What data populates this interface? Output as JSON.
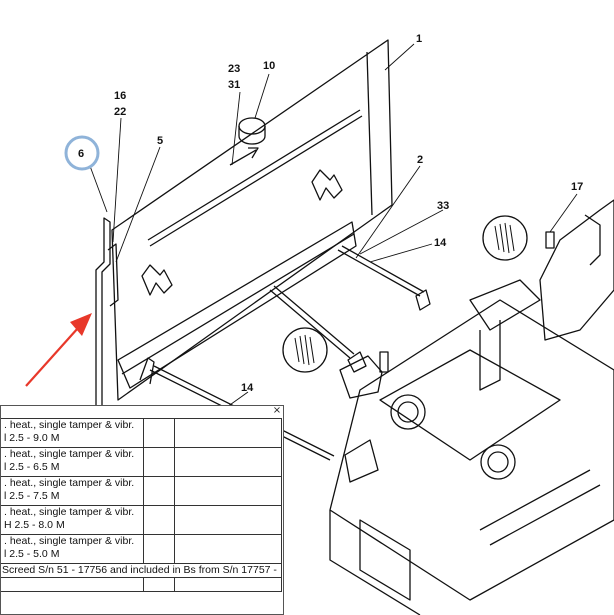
{
  "drawing": {
    "callouts": [
      "1",
      "10",
      "23",
      "31",
      "16",
      "22",
      "5",
      "6",
      "2",
      "33",
      "14",
      "17",
      "14"
    ],
    "highlighted_callout": "6",
    "highlight_color": "#8fb3d9",
    "arrow_color": "#e8382a"
  },
  "panel": {
    "close_label": "×",
    "rows": [
      {
        "line1": ". heat., single tamper & vibr.",
        "line2": "l 2.5 - 9.0 M"
      },
      {
        "line1": ". heat., single tamper & vibr.",
        "line2": "l 2.5 - 6.5 M"
      },
      {
        "line1": ". heat., single tamper & vibr.",
        "line2": "l 2.5 - 7.5 M"
      },
      {
        "line1": ". heat., single tamper & vibr.",
        "line2": "H 2.5 - 8.0 M"
      },
      {
        "line1": ". heat., single tamper & vibr.",
        "line2": "l 2.5 - 5.0 M"
      }
    ],
    "note": "Screed S/n 51 - 17756 and included in Bs from S/n 17757 -"
  }
}
